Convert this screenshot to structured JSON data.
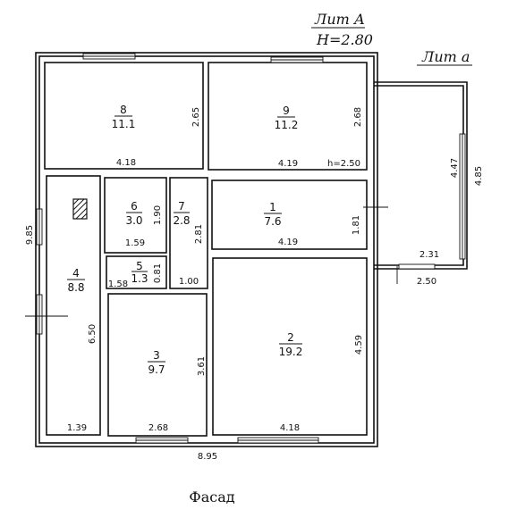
{
  "header": {
    "lit_main": "Лит А",
    "height": "H=2.80",
    "lit_annex": "Лит а"
  },
  "caption": "Фасад",
  "rooms": [
    {
      "num": "8",
      "area": "11.1",
      "dim_w": "4.18",
      "dim_h": "2.65"
    },
    {
      "num": "9",
      "area": "11.2",
      "dim_w": "4.19",
      "dim_h": "2.68"
    },
    {
      "num": "6",
      "area": "3.0",
      "dim_w": "1.59",
      "dim_h": "1.90"
    },
    {
      "num": "7",
      "area": "2.8",
      "dim_w": "1.00",
      "dim_h": "2.81"
    },
    {
      "num": "1",
      "area": "7.6",
      "dim_w": "4.19",
      "dim_h": "1.81"
    },
    {
      "num": "5",
      "area": "1.3",
      "dim_w": "1.58",
      "dim_h": "0.81"
    },
    {
      "num": "4",
      "area": "8.8",
      "dim_w": "1.39",
      "dim_h": "6.50"
    },
    {
      "num": "3",
      "area": "9.7",
      "dim_w": "2.68",
      "dim_h": "3.61"
    },
    {
      "num": "2",
      "area": "19.2",
      "dim_w": "4.18",
      "dim_h": "4.59"
    }
  ],
  "annex": {
    "inner_h": "4.47",
    "outer_h": "4.85",
    "inner_w": "2.31",
    "outer_w": "2.50"
  },
  "overall": {
    "width": "8.95",
    "height": "9.85"
  },
  "notes": {
    "ceiling": "h=2.50"
  }
}
